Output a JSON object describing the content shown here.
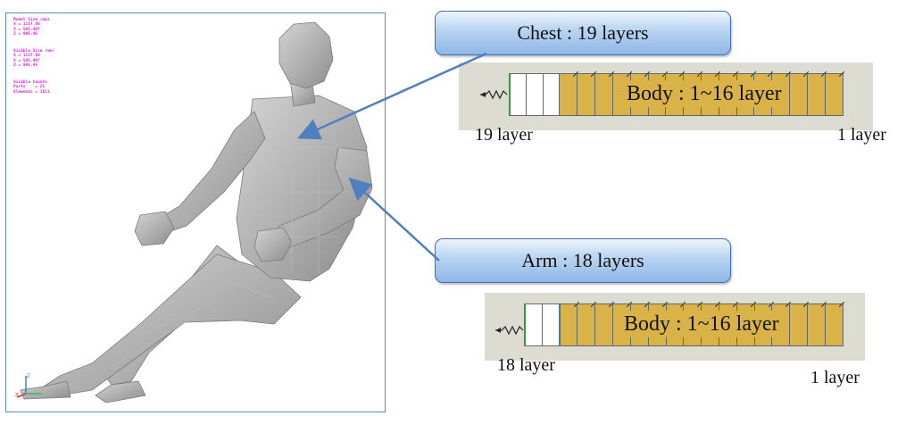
{
  "viewport": {
    "hud_model": [
      "Model Size (mm)",
      "X = 1237.86",
      "Y = 585.497",
      "Z = 995.45"
    ],
    "hud_visible": [
      "Visible Size (mm)",
      "X = 1237.86",
      "Y = 585.497",
      "Z = 995.45"
    ],
    "hud_counts": [
      "Visible Counts",
      "Parts    = 21",
      "Elements = 1611"
    ],
    "axis": {
      "x": "X",
      "z": "Z"
    }
  },
  "chest": {
    "callout": "Chest : 19 layers",
    "body_label": "Body : 1~16 layer",
    "left_caption": "19 layer",
    "right_caption": "1 layer",
    "empty_layers": 3,
    "body_layers": 16
  },
  "arm": {
    "callout": "Arm : 18 layers",
    "body_label": "Body : 1~16 layer",
    "left_caption": "18 layer",
    "right_caption": "1 layer",
    "empty_layers": 2,
    "body_layers": 16
  },
  "colors": {
    "body_fill": "#d9b347",
    "callout_border": "#3e6fb0",
    "arrow": "#4f7fbf",
    "hud_text": "#e020e0",
    "panel": "#dcdcd2"
  }
}
